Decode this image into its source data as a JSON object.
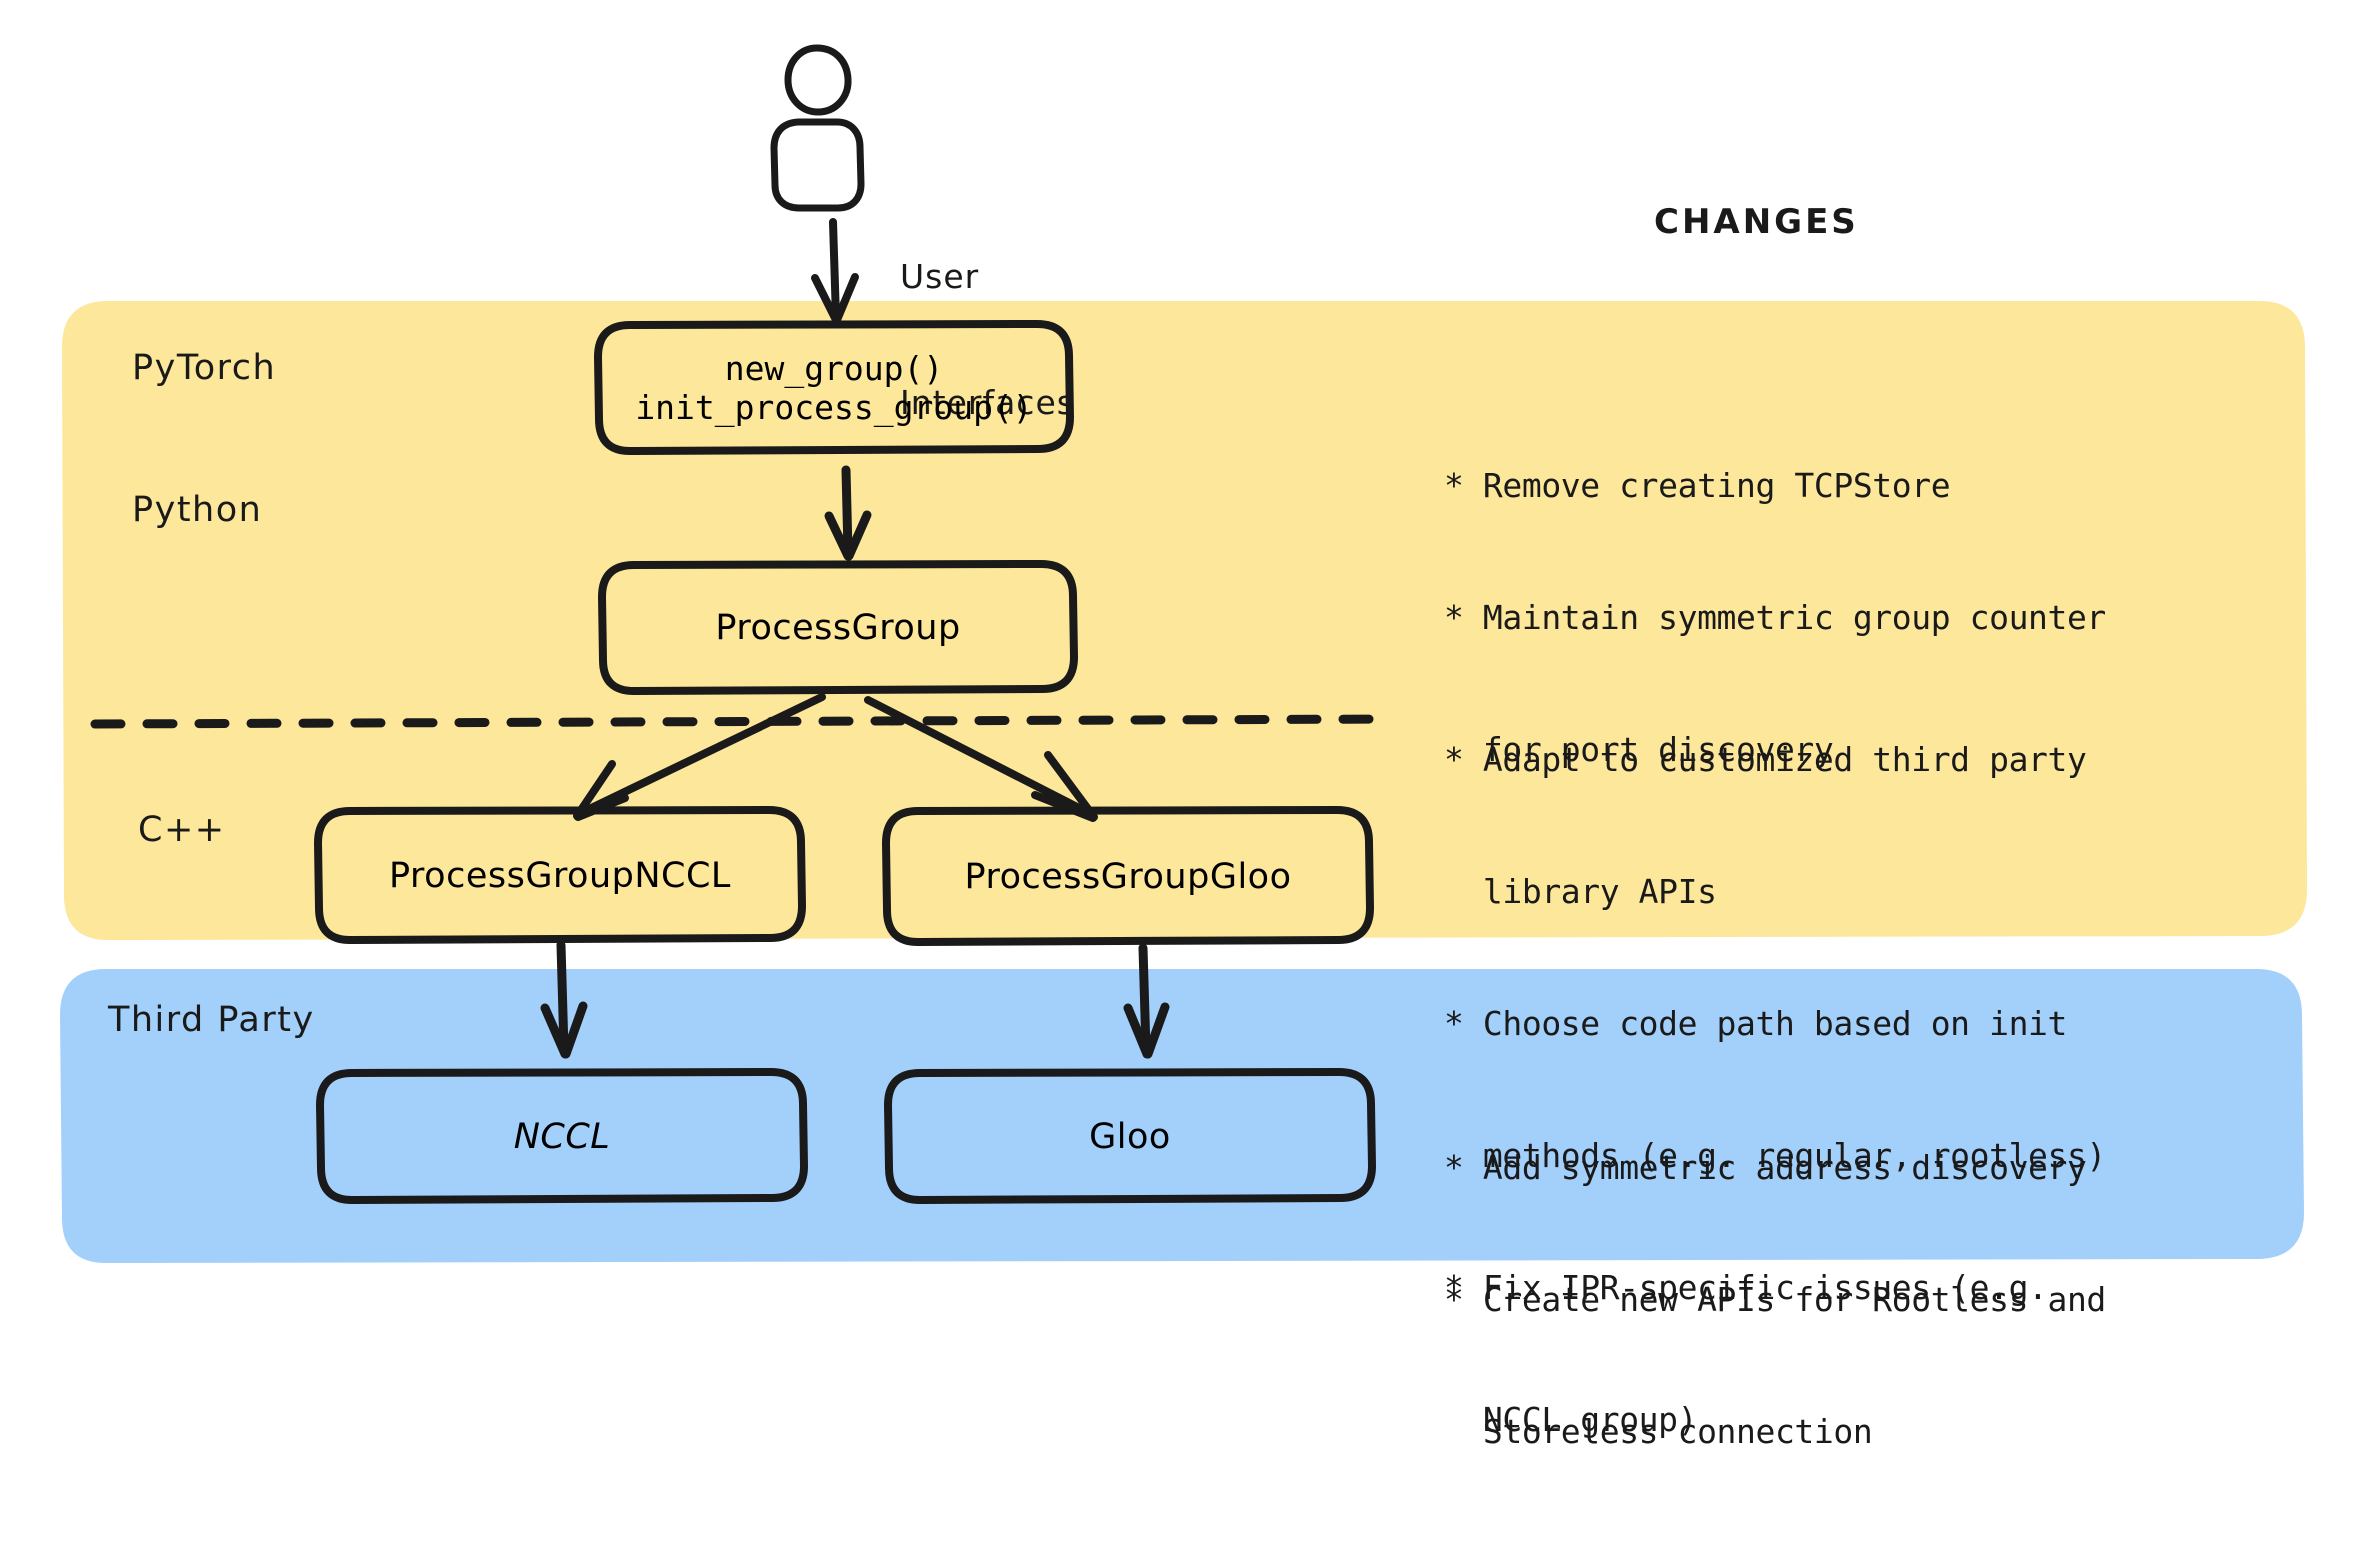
{
  "diagram": {
    "title_right": "CHANGES",
    "actor": {
      "icon": "user-person-icon"
    },
    "actor_edge_label_line1": "User",
    "actor_edge_label_line2": "Interfaces",
    "layers": [
      {
        "id": "pytorch",
        "label": "PyTorch",
        "color": "#FCE79A"
      },
      {
        "id": "python",
        "label": "Python",
        "color": "#FCE79A"
      },
      {
        "id": "cpp",
        "label": "C++",
        "color": "#FCE79A"
      },
      {
        "id": "thirdparty",
        "label": "Third Party",
        "color": "#A3CFFB"
      }
    ],
    "nodes": [
      {
        "id": "api",
        "line1": "new_group()",
        "line2": "init_process_group()"
      },
      {
        "id": "processgroup",
        "label": "ProcessGroup"
      },
      {
        "id": "pgnccl",
        "label": "ProcessGroupNCCL"
      },
      {
        "id": "pggloo",
        "label": "ProcessGroupGloo"
      },
      {
        "id": "nccl",
        "label": "NCCL"
      },
      {
        "id": "gloo",
        "label": "Gloo"
      }
    ],
    "changes": [
      {
        "id": "python-changes",
        "lines": [
          "* Remove creating TCPStore",
          "* Maintain symmetric group counter",
          "  for port discovery"
        ]
      },
      {
        "id": "cpp-changes",
        "lines": [
          "* Adapt to customized third party",
          "  library APIs",
          "* Choose code path based on init",
          "  methods (e.g. regular, rootless)",
          "* Fix IPR-specific issues (e.g.",
          "  NCCL group)"
        ]
      },
      {
        "id": "thirdparty-changes",
        "lines": [
          "* Add symmetric address discovery",
          "* Create new APIs for Rootless and",
          "  Storeless connection"
        ]
      }
    ],
    "colors": {
      "yellow_band": "#FCE79A",
      "blue_band": "#A3CFFB",
      "ink": "#1a1a1a",
      "background": "#ffffff"
    }
  }
}
